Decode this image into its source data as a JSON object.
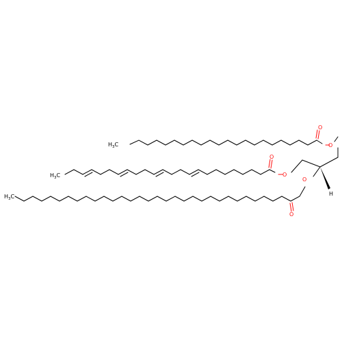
{
  "structure": {
    "atoms": {
      "oxygen": "O",
      "hydrogen": "H",
      "methyl_1": {
        "main": "H",
        "sub": "3",
        "tail": "C"
      },
      "methyl_2": {
        "main": "H",
        "sub": "3",
        "tail": "C"
      },
      "methyl_3": {
        "main": "H",
        "sub": "3",
        "tail": "C"
      }
    },
    "colors": {
      "bond": "#000000",
      "oxygen": "#ff0d0d",
      "background": "#ffffff"
    }
  }
}
